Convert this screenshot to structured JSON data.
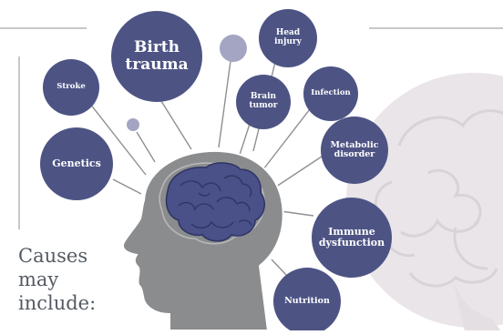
{
  "colors": {
    "bubble": "#4d5484",
    "bubble_light": "#a4a5c3",
    "head": "#8a8c8e",
    "brain": "#4a5088",
    "connector": "#8f9092",
    "rule": "#8f9092",
    "bg_brain": "#e8e4e7",
    "caption": "#555b63"
  },
  "causes": {
    "birth_trauma": "Birth\ntrauma",
    "head_injury": "Head\ninjury",
    "stroke": "Stroke",
    "brain_tumor": "Brain\ntumor",
    "infection": "Infection",
    "metabolic_disorder": "Metabolic\ndisorder",
    "genetics": "Genetics",
    "immune_dysfunction": "Immune\ndysfunction",
    "nutrition": "Nutrition"
  },
  "caption": [
    "Causes",
    "may",
    "include:"
  ],
  "icons": {
    "head": "head-silhouette-icon",
    "brain": "brain-icon",
    "background": "brain-outline-icon"
  }
}
